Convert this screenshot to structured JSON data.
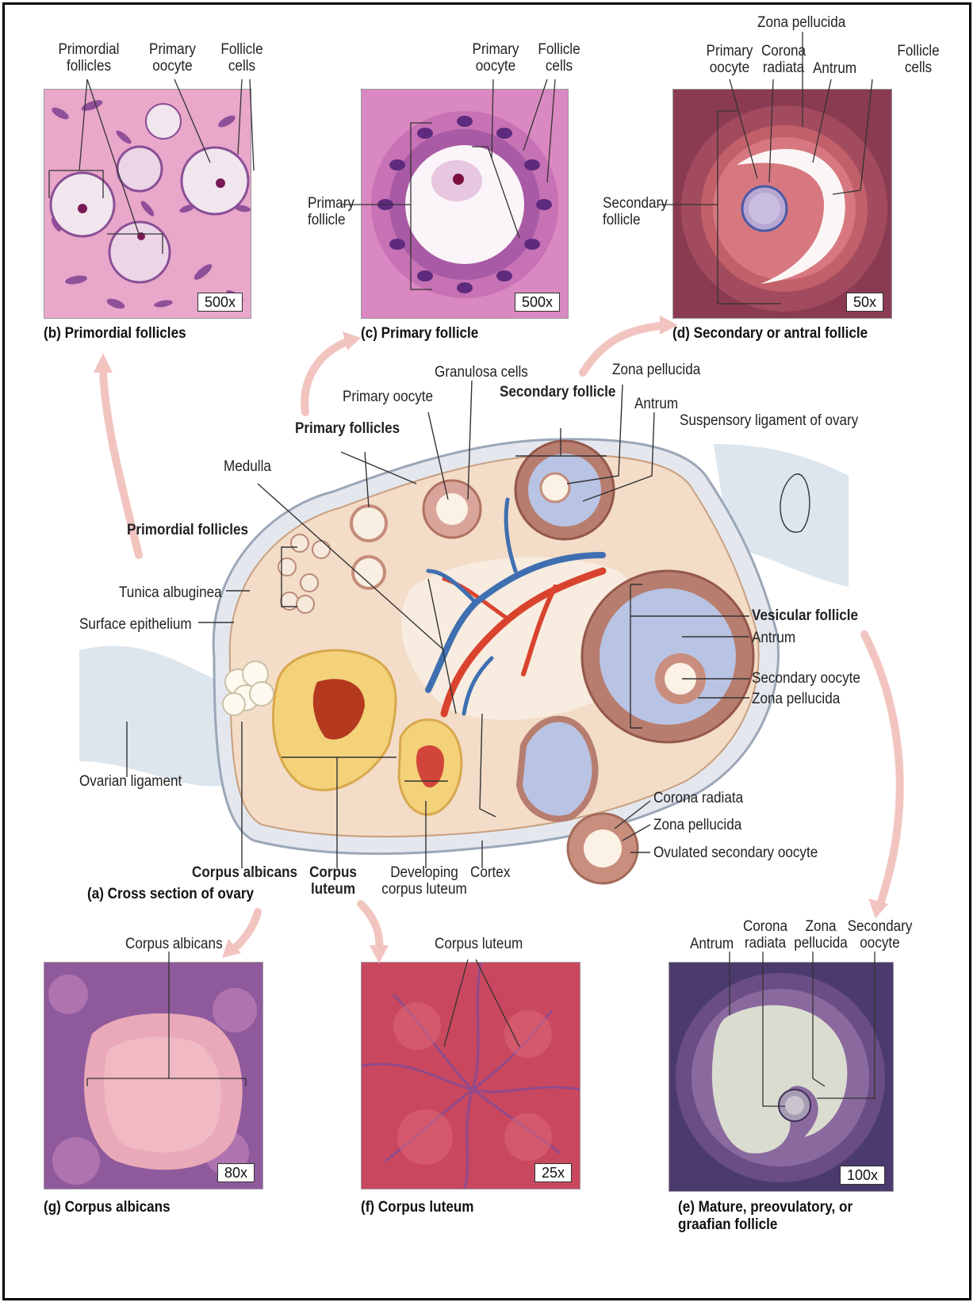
{
  "panels": {
    "b": {
      "caption": "(b) Primordial follicles",
      "magnification": "500x",
      "labels": [
        "Primordial\nfollicles",
        "Primary\noocyte",
        "Follicle\ncells"
      ]
    },
    "c": {
      "caption": "(c) Primary follicle",
      "magnification": "500x",
      "labels": [
        "Primary\noocyte",
        "Follicle\ncells",
        "Primary\nfollicle"
      ]
    },
    "d": {
      "caption": "(d) Secondary or antral follicle",
      "magnification": "50x",
      "labels": [
        "Zona pellucida",
        "Primary\noocyte",
        "Corona\nradiata",
        "Antrum",
        "Follicle\ncells",
        "Secondary\nfollicle"
      ]
    },
    "g": {
      "caption": "(g) Corpus albicans",
      "magnification": "80x",
      "labels": [
        "Corpus albicans"
      ]
    },
    "f": {
      "caption": "(f) Corpus luteum",
      "magnification": "25x",
      "labels": [
        "Corpus luteum"
      ]
    },
    "e": {
      "caption": "(e) Mature, preovulatory, or\ngraafian follicle",
      "magnification": "100x",
      "labels": [
        "Corona\nradiata",
        "Zona\npellucida",
        "Secondary\noocyte",
        "Antrum"
      ]
    }
  },
  "ovary": {
    "caption": "(a) Cross section of ovary",
    "labels": {
      "granulosa": "Granulosa cells",
      "zona_top": "Zona pellucida",
      "primary_oocyte": "Primary oocyte",
      "secondary_follicle": "Secondary follicle",
      "antrum_top": "Antrum",
      "primary_follicles": "Primary follicles",
      "suspensory": "Suspensory ligament of ovary",
      "medulla": "Medulla",
      "primordial": "Primordial follicles",
      "tunica": "Tunica albuginea",
      "surface": "Surface epithelium",
      "vesicular": "Vesicular follicle",
      "antrum_right": "Antrum",
      "secondary_oocyte": "Secondary oocyte",
      "zona_right": "Zona pellucida",
      "ovarian_ligament": "Ovarian ligament",
      "corona_ov": "Corona radiata",
      "zona_ov": "Zona pellucida",
      "ovulated": "Ovulated secondary oocyte",
      "corpus_albicans": "Corpus albicans",
      "corpus_luteum": "Corpus\nluteum",
      "developing": "Developing\ncorpus luteum",
      "cortex": "Cortex"
    }
  },
  "colors": {
    "he_pink": "#e7a9c6",
    "he_purple": "#6a2f7c",
    "ovary_tissue": "#f2d9c4",
    "vessel_red": "#d9432e",
    "vessel_blue": "#3f6fb0",
    "antrum_blue": "#b9c3e3",
    "corpus_yellow": "#f4d27a",
    "arrow_pink": "#f2c4c0"
  }
}
